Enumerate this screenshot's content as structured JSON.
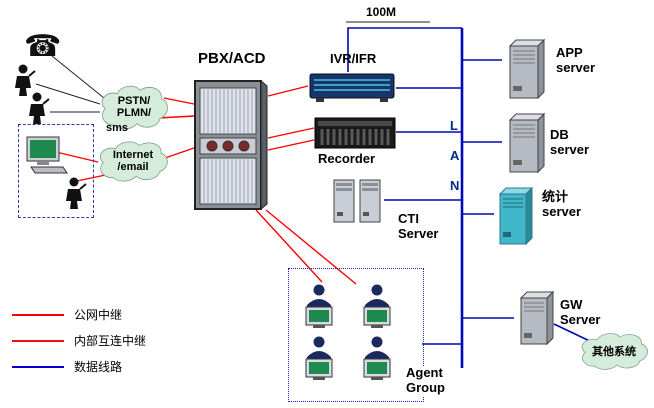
{
  "nodes": {
    "pbx": {
      "label": "PBX/ACD"
    },
    "speed": {
      "label": "100M"
    },
    "ivr": {
      "label": "IVR/IFR"
    },
    "recorder": {
      "label": "Recorder"
    },
    "cti": {
      "line1": "CTI",
      "line2": "Server"
    },
    "lan": {
      "label": "LAN",
      "letters": [
        "L",
        "A",
        "N"
      ]
    },
    "app": {
      "line1": "APP",
      "line2": "server"
    },
    "db": {
      "line1": "DB",
      "line2": "server"
    },
    "stats": {
      "line1": "统计",
      "line2": "server"
    },
    "gw": {
      "line1": "GW",
      "line2": "Server"
    },
    "other_systems": {
      "label": "其他系统"
    },
    "agent_group": {
      "line1": "Agent",
      "line2": "Group"
    },
    "pstn": {
      "line1": "PSTN/",
      "line2": "PLMN/",
      "sms": "sms"
    },
    "internet": {
      "line1": "Internet",
      "line2": "/email"
    }
  },
  "legend": {
    "items": [
      {
        "label": "公网中继",
        "color": "#ff0000"
      },
      {
        "label": "内部互连中继",
        "color": "#ee1111"
      },
      {
        "label": "数据线路",
        "color": "#0000c8"
      }
    ]
  },
  "icons": {
    "desk_phone": "telephone-icon",
    "mobile_user": "person-with-phone-icon",
    "workstation": "computer-icon",
    "agent": "agent-workstation-icon",
    "server_tower": "server-tower-icon",
    "cloud": "network-cloud-icon"
  },
  "colors": {
    "trunk_red": "#ff0000",
    "data_blue": "#0000c8",
    "lan_line": "#0008b8",
    "cloud_fill": "#d4ecd9",
    "stats_server_teal": "#3fb6c9",
    "agent_screen_green": "#1f8a4d"
  }
}
